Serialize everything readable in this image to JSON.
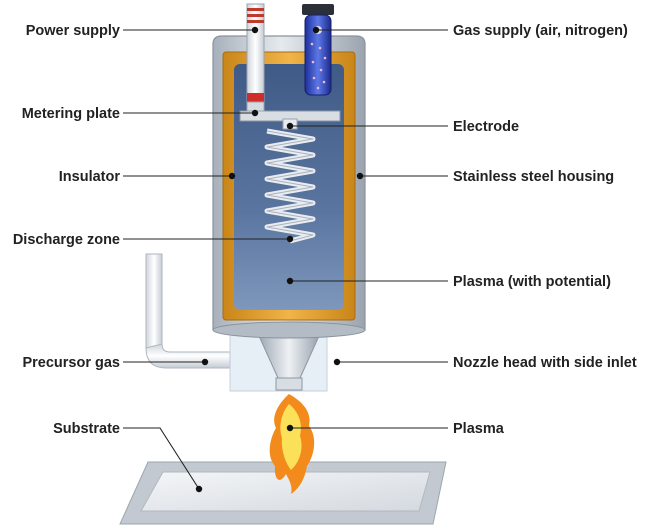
{
  "labels": {
    "power_supply": "Power supply",
    "metering_plate": "Metering plate",
    "insulator": "Insulator",
    "discharge_zone": "Discharge zone",
    "precursor_gas": "Precursor gas",
    "substrate": "Substrate",
    "gas_supply": "Gas supply (air, nitrogen)",
    "electrode": "Electrode",
    "stainless_steel_housing": "Stainless steel housing",
    "plasma_with_potential": "Plasma (with potential)",
    "nozzle_head": "Nozzle head with side inlet",
    "plasma": "Plasma"
  },
  "colors": {
    "housing": "#c3cad3",
    "insulator": "#e2a23a",
    "chamber": "#4e6a95",
    "flame_outer": "#f28a1c",
    "flame_inner": "#fbe15a"
  }
}
